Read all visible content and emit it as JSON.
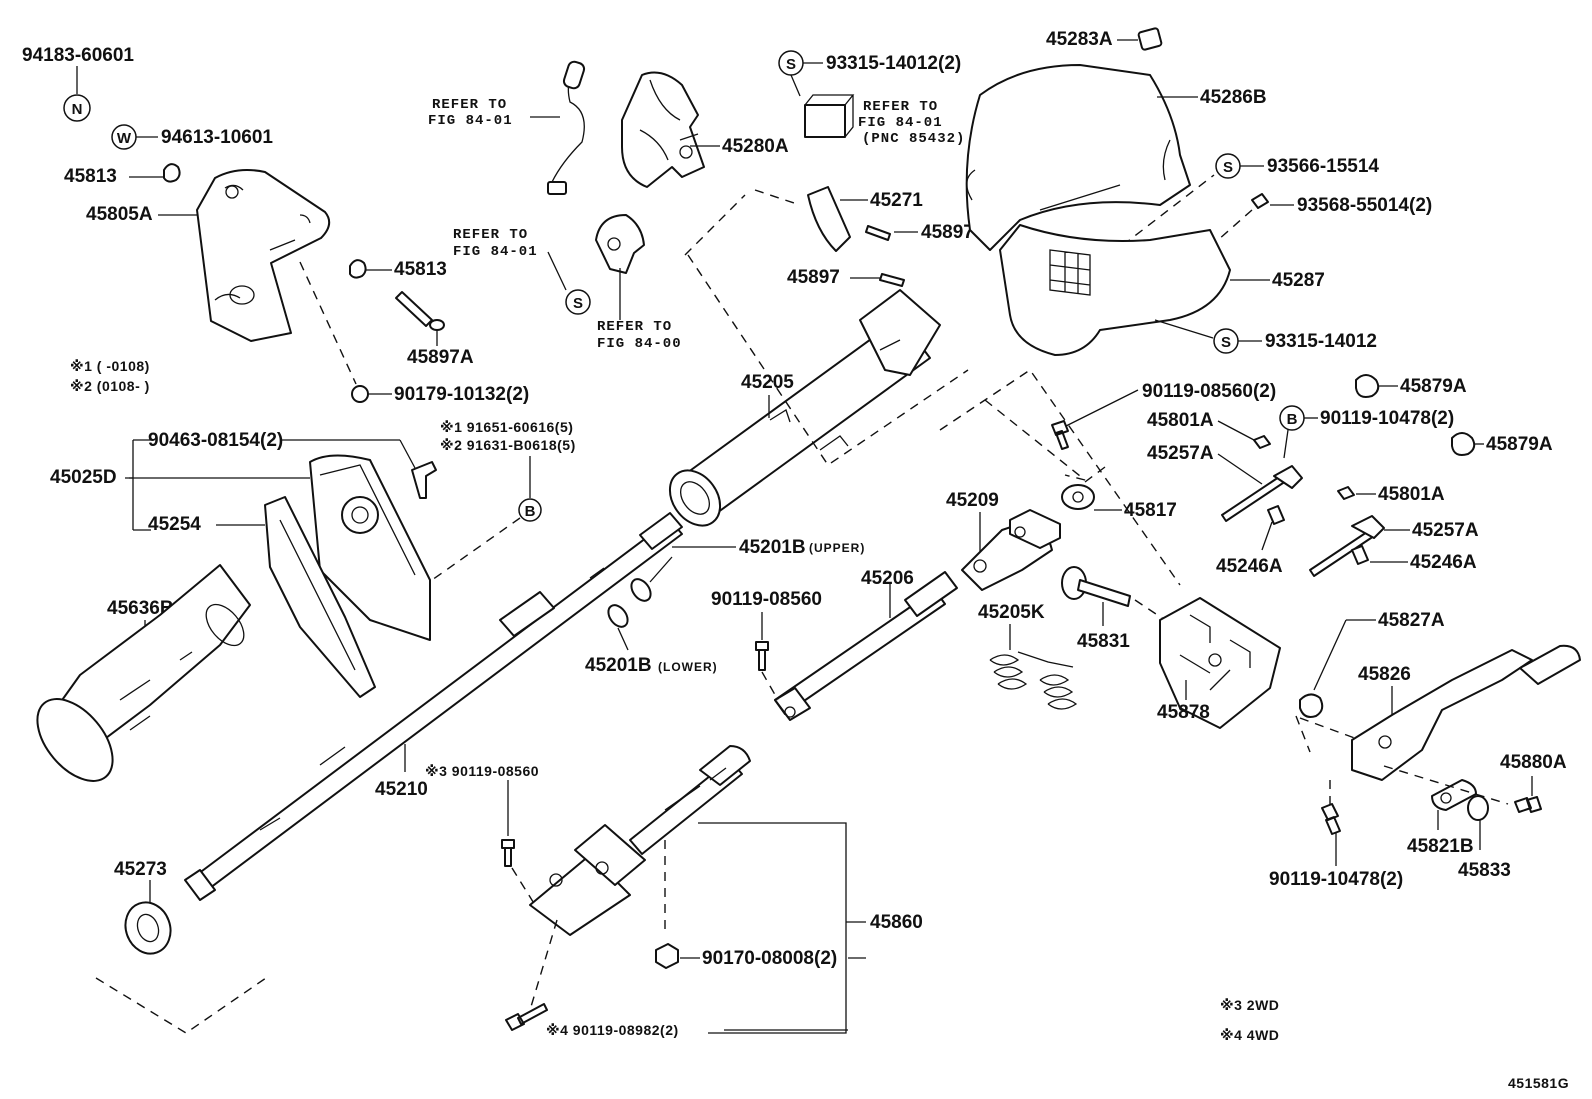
{
  "diagram_id": "451581G",
  "notes": {
    "n1": "※1 (      -0108)",
    "n2": "※2 (0108-       )",
    "n3": "※3  2WD",
    "n4": "※4  4WD"
  },
  "symbols": {
    "N": "N",
    "W": "W",
    "S": "S",
    "B": "B"
  },
  "refs": {
    "r1a": "REFER TO",
    "r1b": "FIG 84-01",
    "r2a": "REFER TO",
    "r2b": "FIG 84-01",
    "r3a": "REFER TO",
    "r3b": "FIG 84-00",
    "r4a": "REFER TO",
    "r4b": "FIG 84-01",
    "r4c": "(PNC 85432)"
  },
  "labels": {
    "p94183": "94183-60601",
    "p94613": "94613-10601",
    "p45813a": "45813",
    "p45805A": "45805A",
    "p45813b": "45813",
    "p45897A": "45897A",
    "p90179": "90179-10132(2)",
    "p45280A": "45280A",
    "p93315a": "93315-14012(2)",
    "p45271": "45271",
    "p45897a": "45897",
    "p45897b": "45897",
    "p45283A": "45283A",
    "p45286B": "45286B",
    "p93566": "93566-15514",
    "p93568": "93568-55014(2)",
    "p45287": "45287",
    "p93315b": "93315-14012",
    "p45205": "45205",
    "p90463": "90463-08154(2)",
    "p91651": "※1 91651-60616(5)",
    "p91631": "※2 91631-B0618(5)",
    "p45025D": "45025D",
    "p45254": "45254",
    "p45636B": "45636B",
    "p45201Bu": "45201B",
    "p_upper": "(UPPER)",
    "p45201Bl": "45201B",
    "p_lower": "(LOWER)",
    "p45206": "45206",
    "p90119a": "90119-08560",
    "p45210": "45210",
    "p90119b": "※3 90119-08560",
    "p45273": "45273",
    "p45860": "45860",
    "p90170": "90170-08008(2)",
    "p90119c": "※4 90119-08982(2)",
    "p90119d": "90119-08560(2)",
    "p45209": "45209",
    "p45817": "45817",
    "p45205K": "45205K",
    "p45831": "45831",
    "p45878": "45878",
    "p45879Aa": "45879A",
    "p45879Ab": "45879A",
    "p90119e": "90119-10478(2)",
    "p45801Aa": "45801A",
    "p45257Aa": "45257A",
    "p45246Aa": "45246A",
    "p45801Ab": "45801A",
    "p45257Ab": "45257A",
    "p45246Ab": "45246A",
    "p45827A": "45827A",
    "p45826": "45826",
    "p45880A": "45880A",
    "p45821B": "45821B",
    "p45833": "45833",
    "p90119f": "90119-10478(2)"
  }
}
